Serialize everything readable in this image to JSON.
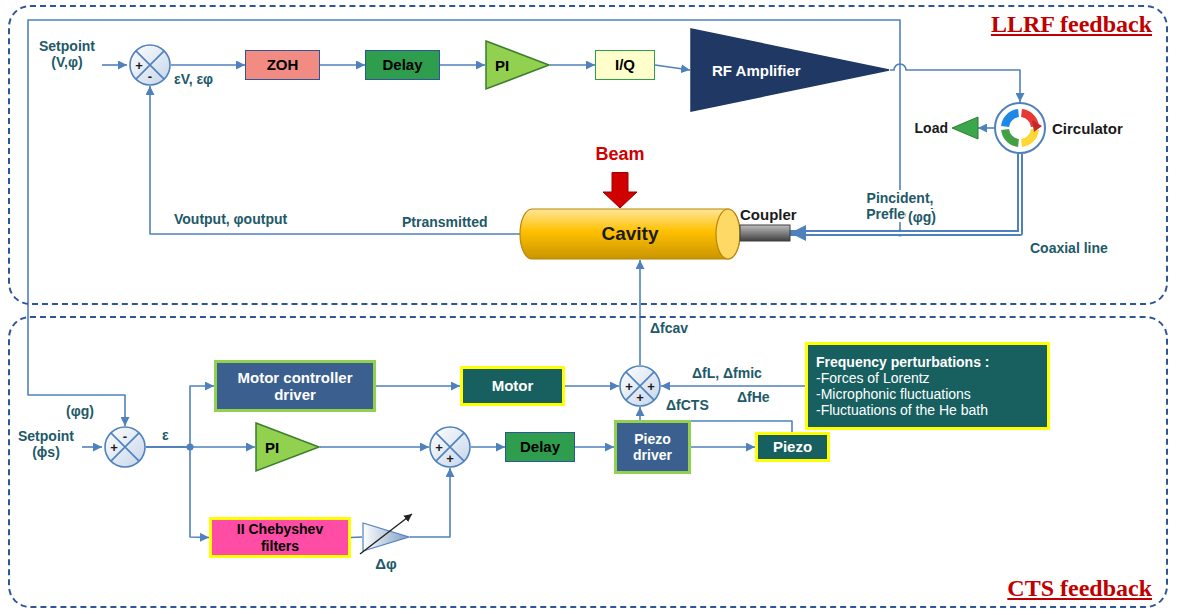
{
  "diagram": {
    "nodes": [
      {
        "text": [
          "LLRF feedback"
        ]
      },
      {
        "text": [
          "+",
          "-"
        ],
        "in": 0
      },
      {
        "text": [
          "ZOH"
        ],
        "in": 0
      },
      {
        "text": [
          "Delay"
        ],
        "in": 0
      },
      {
        "text": [
          "PI"
        ],
        "in": 0
      },
      {
        "text": [
          "I/Q"
        ],
        "in": 0
      },
      {
        "text": [
          "RF Amplifier"
        ],
        "in": 0
      },
      {
        "text": [
          "Circulator"
        ],
        "in": 0
      },
      {
        "text": [
          "Load"
        ],
        "in": 0
      },
      {
        "text": [
          "Beam"
        ],
        "in": 0
      },
      {
        "text": [
          "Cavity"
        ],
        "in": 0
      },
      {
        "text": [
          "Coupler"
        ],
        "in": 0
      },
      {
        "text": [
          "CTS feedback"
        ]
      },
      {
        "text": [
          "Motor controller driver"
        ],
        "in": 12
      },
      {
        "text": [
          "Motor"
        ],
        "in": 12
      },
      {
        "text": [
          "+",
          "+",
          "+"
        ],
        "in": 12
      },
      {
        "text": [
          "Frequency perturbations :",
          "-Forces of Lorentz",
          "-Microphonic fluctuations",
          "-Fluctuations of the He bath"
        ],
        "in": 12
      },
      {
        "text": [
          "+",
          "-"
        ],
        "in": 12
      },
      {
        "text": [
          "PI"
        ],
        "in": 12
      },
      {
        "text": [
          "+",
          "+"
        ],
        "in": 12
      },
      {
        "text": [
          "Delay"
        ],
        "in": 12
      },
      {
        "text": [
          "Piezo driver"
        ],
        "in": 12
      },
      {
        "text": [
          "Piezo"
        ],
        "in": 12
      },
      {
        "text": [
          "II Chebyshev filters"
        ],
        "in": 12
      },
      {
        "text": [
          "Δφ"
        ],
        "in": 12
      }
    ],
    "edges": [
      {
        "from": 1,
        "to": 2,
        "arrow": "to"
      },
      {
        "from": 2,
        "to": 3,
        "arrow": "to"
      },
      {
        "from": 3,
        "to": 4,
        "arrow": "to"
      },
      {
        "from": 4,
        "to": 5,
        "arrow": "to"
      },
      {
        "from": 5,
        "to": 6,
        "arrow": "to"
      },
      {
        "from": 6,
        "to": 7,
        "arrow": "to"
      },
      {
        "from": 7,
        "to": 8,
        "arrow": "to"
      },
      {
        "from": 7,
        "to": 11,
        "arrow": "to"
      },
      {
        "from": 9,
        "to": 10,
        "arrow": "to"
      },
      {
        "from": 10,
        "to": 1,
        "arrow": "to"
      },
      {
        "from": 11,
        "to": 17,
        "arrow": "to"
      },
      {
        "from": 15,
        "to": 10,
        "arrow": "to"
      },
      {
        "from": 17,
        "to": 13,
        "arrow": "to"
      },
      {
        "from": 17,
        "to": 18,
        "arrow": "to"
      },
      {
        "from": 17,
        "to": 23,
        "arrow": "to"
      },
      {
        "from": 13,
        "to": 14,
        "arrow": "to"
      },
      {
        "from": 14,
        "to": 15,
        "arrow": "to"
      },
      {
        "from": 16,
        "to": 15,
        "arrow": "to"
      },
      {
        "from": 22,
        "to": 15,
        "arrow": "to"
      },
      {
        "from": 18,
        "to": 19,
        "arrow": "to"
      },
      {
        "from": 23,
        "to": 24,
        "arrow": "none"
      },
      {
        "from": 24,
        "to": 19,
        "arrow": "to"
      },
      {
        "from": 19,
        "to": 20,
        "arrow": "to"
      },
      {
        "from": 20,
        "to": 21,
        "arrow": "to"
      },
      {
        "from": 21,
        "to": 22,
        "arrow": "to"
      }
    ],
    "labels": [
      "Setpoint (V,φ)",
      "εV, εφ",
      "Voutput, φoutput",
      "Ptransmitted",
      "Pincident, Preflected",
      "(φg)",
      "Coaxial line",
      "Δfcav",
      "ΔfL, Δfmic",
      "ΔfHe",
      "ΔfCTS",
      "(φg)",
      "Setpoint (ϕs)",
      "ε"
    ]
  }
}
